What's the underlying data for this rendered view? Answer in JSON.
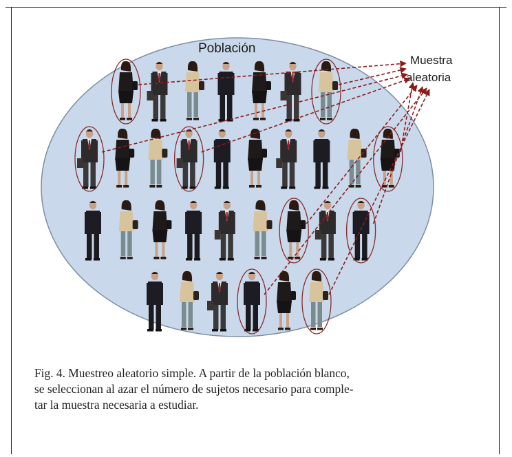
{
  "diagram": {
    "population_label": "Población",
    "sample_label_line1": "Muestra",
    "sample_label_line2": "aleatoria",
    "colors": {
      "ellipse_fill": "#c9d8ea",
      "ellipse_stroke": "#7d8ea3",
      "arrow": "#8c1c1c",
      "selection_ring": "#8b2a2a"
    },
    "rows": [
      {
        "people": [
          "woman-dark",
          "man-suit",
          "woman-light",
          "man-dark",
          "woman-dark",
          "man-suit",
          "woman-light"
        ],
        "selected": [
          0,
          6
        ]
      },
      {
        "people": [
          "man-suit",
          "woman-dark",
          "woman-light",
          "man-suit",
          "man-dark",
          "woman-dark",
          "man-suit",
          "man-dark",
          "woman-light",
          "woman-dark"
        ],
        "selected": [
          0,
          3,
          9
        ]
      },
      {
        "people": [
          "man-dark",
          "woman-light",
          "woman-dark",
          "man-dark",
          "man-suit",
          "woman-light",
          "woman-dark",
          "man-suit",
          "man-dark"
        ],
        "selected": [
          6,
          8
        ]
      },
      {
        "people": [
          "man-dark",
          "woman-light",
          "man-suit",
          "man-dark",
          "woman-dark",
          "woman-light"
        ],
        "selected": [
          3,
          5
        ]
      }
    ]
  },
  "caption": {
    "line1": "Fig. 4. Muestreo aleatorio simple. A partir de la población blanco,",
    "line2": "se seleccionan al azar el número de sujetos necesario para comple-",
    "line3": "tar la muestra necesaria a estudiar."
  }
}
